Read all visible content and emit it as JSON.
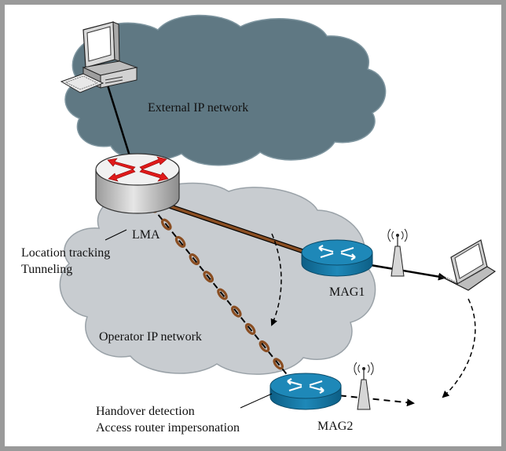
{
  "diagram": {
    "clouds": {
      "external": "External IP network",
      "operator": "Operator IP network"
    },
    "nodes": {
      "lma": {
        "name": "LMA",
        "functions": [
          "Location tracking",
          "Tunneling"
        ]
      },
      "mag1": {
        "name": "MAG1"
      },
      "mag2": {
        "name": "MAG2",
        "functions": [
          "Handover detection",
          "Access router impersonation"
        ]
      }
    },
    "colors": {
      "external_cloud": "#5f7883",
      "operator_cloud": "#c8ccd0",
      "router_blue": "#1e88b8",
      "router_dark": "#0d5f86",
      "tunnel_brown": "#8a4e22",
      "lma_arrow_red": "#e01a1a"
    },
    "icons": [
      "desktop-computer-icon",
      "laptop-icon",
      "antenna-icon",
      "router-icon"
    ]
  }
}
